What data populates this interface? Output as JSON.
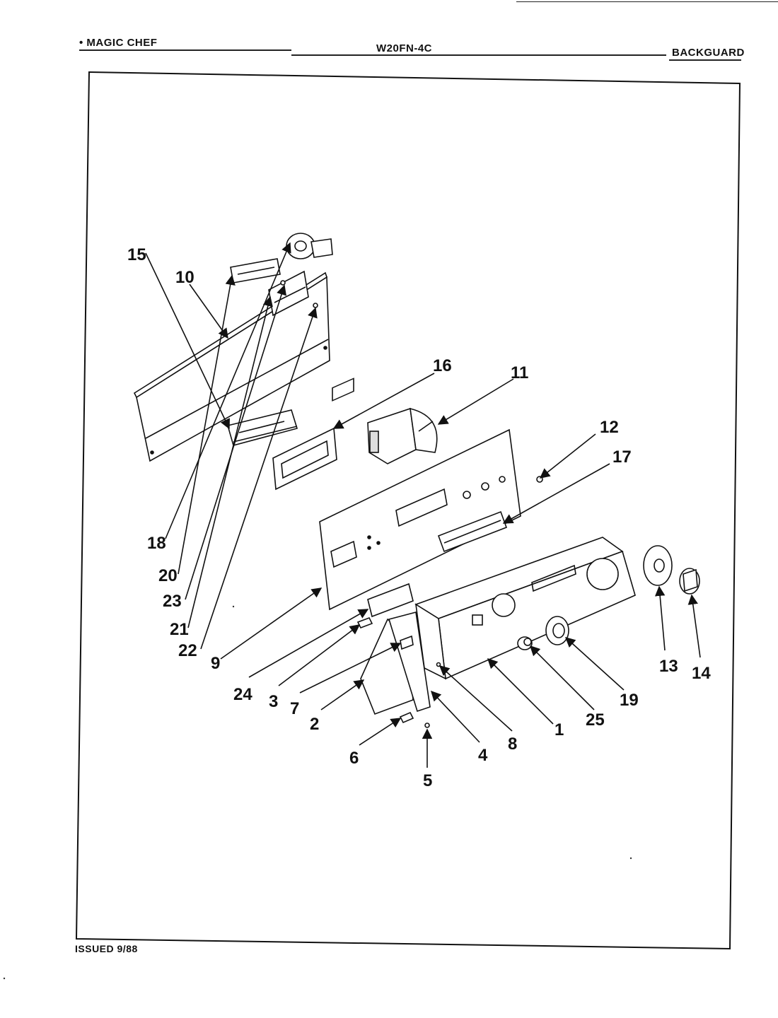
{
  "header": {
    "brand": "MAGIC CHEF",
    "model": "W20FN-4C",
    "section": "BACKGUARD"
  },
  "footer": {
    "issued": "ISSUED 9/88"
  },
  "callouts": [
    "10",
    "16",
    "11",
    "12",
    "17",
    "15",
    "18",
    "20",
    "23",
    "21",
    "22",
    "9",
    "24",
    "3",
    "7",
    "2",
    "6",
    "5",
    "4",
    "8",
    "1",
    "25",
    "19",
    "13",
    "14"
  ],
  "colors": {
    "ink": "#111111",
    "paper": "#ffffff"
  }
}
